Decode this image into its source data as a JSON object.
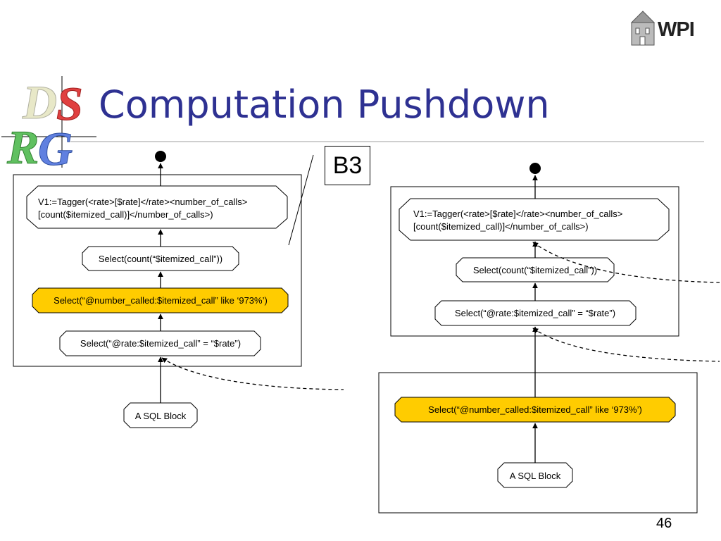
{
  "slide": {
    "title": "Computation Pushdown",
    "page_number": "46",
    "tag": "B3",
    "logo_text": "WPI",
    "dsrg_letters": [
      "D",
      "S",
      "R",
      "G"
    ]
  },
  "left_plan": {
    "tagger_line1": "V1:=Tagger(<rate>[$rate]</rate><number_of_calls>",
    "tagger_line2": "[count($itemized_call)]</number_of_calls>)",
    "count_node": "Select(count(“$itemized_call”))",
    "like_node": "Select(“@number_called:$itemized_call” like ‘973%’)",
    "rate_node": "Select(“@rate:$itemized_call” = “$rate”)",
    "sql_node": "A SQL Block"
  },
  "right_plan": {
    "tagger_line1": "V1:=Tagger(<rate>[$rate]</rate><number_of_calls>",
    "tagger_line2": "[count($itemized_call)]</number_of_calls>)",
    "count_node": "Select(count(“$itemized_call”))",
    "rate_node": "Select(“@rate:$itemized_call” = “$rate”)",
    "like_node": "Select(“@number_called:$itemized_call” like ‘973%’)",
    "sql_node": "A SQL Block"
  },
  "colors": {
    "title": "#2e3192",
    "highlight": "#ffcc00"
  }
}
